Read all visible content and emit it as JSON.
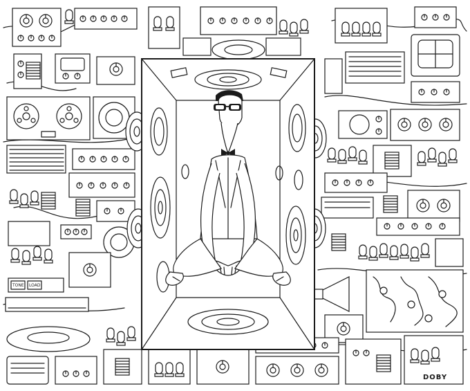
{
  "illustration": {
    "panel_labels": [
      "TONE",
      "LOAD"
    ],
    "signature": "DOBY",
    "ink_color": "#1a1a1a",
    "paper_color": "#ffffff"
  }
}
